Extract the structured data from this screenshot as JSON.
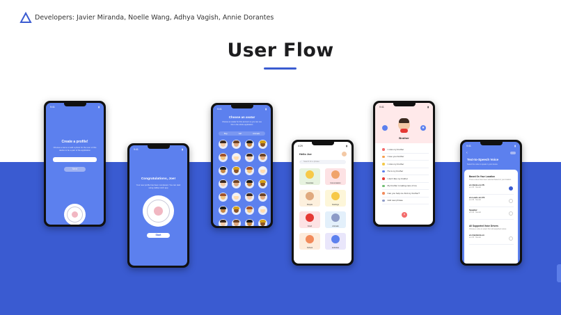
{
  "header": {
    "credits": "Developers: Javier Miranda, Noelle Wang, Adhya Vagish, Annie Dorantes",
    "title": "User Flow"
  },
  "colors": {
    "band": "#3a5bd1",
    "screen_blue": "#5c80ee",
    "accent": "#3a5bd1"
  },
  "phones": {
    "profile": {
      "time": "9:41",
      "heading": "Create a profile!",
      "body": "Choose a name or add a photo for the user of this device to be a part of the application",
      "button": "Next"
    },
    "congrats": {
      "time": "9:41",
      "heading": "Congratulations, Joe!",
      "body": "Your new profile has been completed. You can start using Jabber AAC app",
      "button": "Start"
    },
    "avatar": {
      "time": "9:41",
      "heading": "Choose an avatar",
      "body": "Choose an avatar for this account so you can use this in the whole application",
      "tabs": [
        "Boy",
        "Girl",
        "Animals"
      ]
    },
    "home": {
      "time": "4:29",
      "greeting": "Hello Joe",
      "search_placeholder": "Search for a phrase",
      "categories": [
        "Favorites",
        "Conversation",
        "People",
        "Feelings",
        "Food",
        "Animals",
        "School",
        "Activities"
      ]
    },
    "person": {
      "time": "9:41",
      "name": "Brother",
      "phrases": [
        "I miss my brother",
        "I love you brother",
        "I miss my brother",
        "He is my brother",
        "I don't like my brother",
        "My brother is taking care of me",
        "Can you help me find my brother?",
        "Add new phrase"
      ]
    },
    "tts": {
      "time": "9:41",
      "heading": "Text-to-Speech Voice",
      "sub": "Select the voice to speak in your device",
      "section1": "Based On Your Location",
      "section1_note": "These voices have been selected based on your location",
      "voices": [
        {
          "name": "en-Vasta en-US",
          "desc": "en-US · Neural"
        },
        {
          "name": "en-Lewis en-US",
          "desc": "en-US · Neural"
        },
        {
          "name": "Speaker",
          "desc": "en-US · Neural"
        }
      ],
      "section2": "All Supported Voice Drivers",
      "section2_note": "Choose a voice to select from all supported voices",
      "voice4": {
        "name": "en-Gardenia en",
        "desc": "en-US · Neural"
      }
    }
  }
}
